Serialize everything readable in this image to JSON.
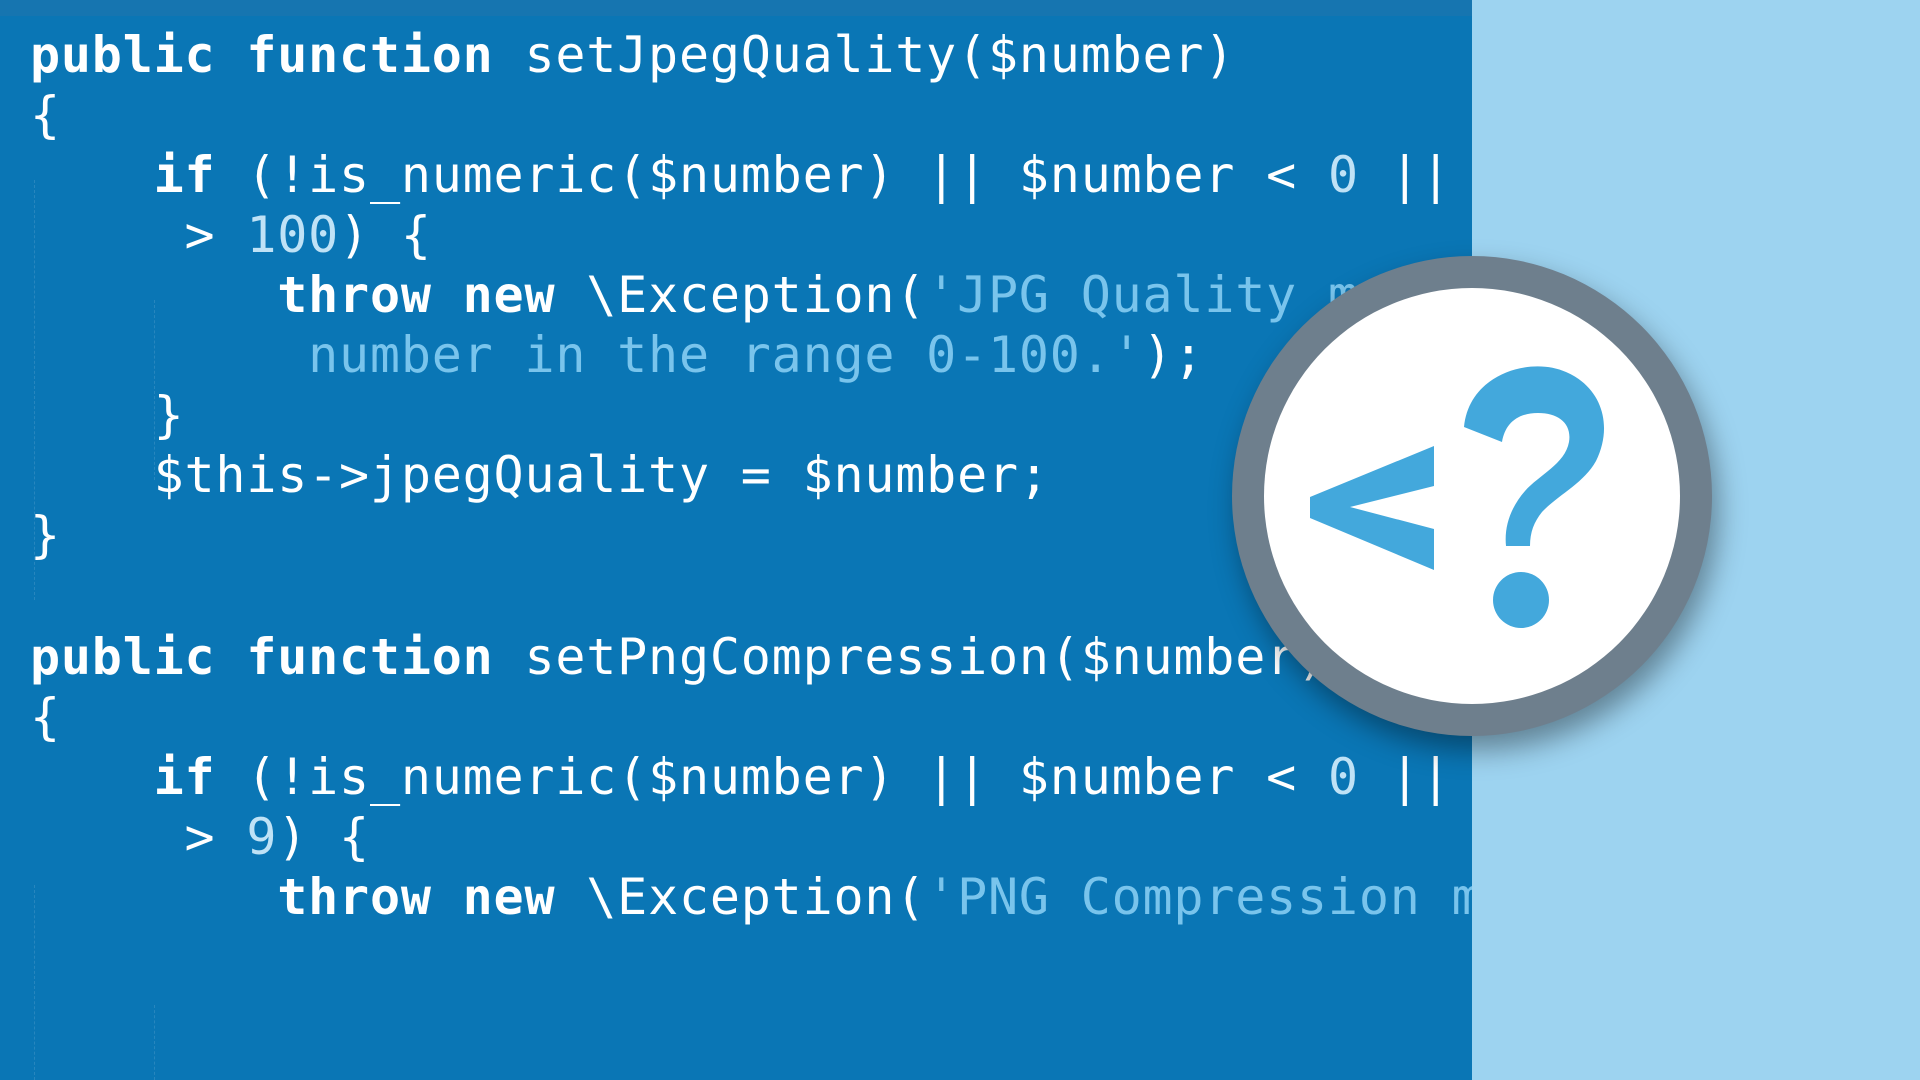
{
  "code": {
    "lines": [
      [
        {
          "t": "public function",
          "c": "kw"
        },
        {
          "t": " setJpegQuality($number)",
          "c": "plain"
        }
      ],
      [
        {
          "t": "{",
          "c": "plain"
        }
      ],
      [
        {
          "t": "    ",
          "c": "plain"
        },
        {
          "t": "if",
          "c": "kw"
        },
        {
          "t": " (!is_numeric($number) || $number < ",
          "c": "plain"
        },
        {
          "t": "0",
          "c": "num"
        },
        {
          "t": " || $",
          "c": "plain"
        }
      ],
      [
        {
          "t": "     > ",
          "c": "plain"
        },
        {
          "t": "100",
          "c": "num"
        },
        {
          "t": ") {",
          "c": "plain"
        }
      ],
      [
        {
          "t": "        ",
          "c": "plain"
        },
        {
          "t": "throw new",
          "c": "kw"
        },
        {
          "t": " \\Exception(",
          "c": "plain"
        },
        {
          "t": "'JPG Quality must be a",
          "c": "str"
        }
      ],
      [
        {
          "t": "         number in the range 0-100.'",
          "c": "str"
        },
        {
          "t": ");",
          "c": "plain"
        }
      ],
      [
        {
          "t": "    }",
          "c": "plain"
        }
      ],
      [
        {
          "t": "    $this->jpegQuality = $number;",
          "c": "plain"
        }
      ],
      [
        {
          "t": "}",
          "c": "plain"
        }
      ],
      [],
      [
        {
          "t": "public function",
          "c": "kw"
        },
        {
          "t": " setPngCompression($number)",
          "c": "plain"
        }
      ],
      [
        {
          "t": "{",
          "c": "plain"
        }
      ],
      [
        {
          "t": "    ",
          "c": "plain"
        },
        {
          "t": "if",
          "c": "kw"
        },
        {
          "t": " (!is_numeric($number) || $number < ",
          "c": "plain"
        },
        {
          "t": "0",
          "c": "num"
        },
        {
          "t": " || $",
          "c": "plain"
        }
      ],
      [
        {
          "t": "     > ",
          "c": "plain"
        },
        {
          "t": "9",
          "c": "num"
        },
        {
          "t": ") {",
          "c": "plain"
        }
      ],
      [
        {
          "t": "        ",
          "c": "plain"
        },
        {
          "t": "throw new",
          "c": "kw"
        },
        {
          "t": " \\Exception(",
          "c": "plain"
        },
        {
          "t": "'PNG Compression must",
          "c": "str"
        }
      ]
    ]
  },
  "badge": {
    "icon": "php-open-tag-icon",
    "glyph": "<?",
    "colors": {
      "ring": "#6e7f8d",
      "face": "#ffffff",
      "symbol": "#43a8dc"
    }
  },
  "colors": {
    "code_background": "#0a76b5",
    "page_background": "#9dd3f0",
    "string": "#79c4ec",
    "number": "#bfe2f6",
    "text": "#ffffff"
  }
}
